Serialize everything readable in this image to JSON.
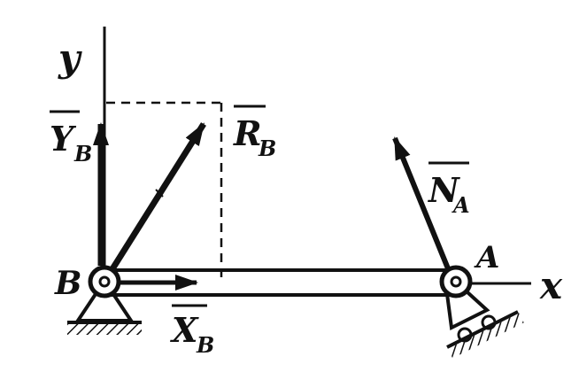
{
  "labels": {
    "y_axis": "y",
    "x_axis": "x",
    "point_b": "B",
    "point_a": "A",
    "force_yb_main": "Y",
    "force_yb_sub": "B",
    "force_rb_main": "R",
    "force_rb_sub": "B",
    "force_na_main": "N",
    "force_na_sub": "A",
    "force_xb_main": "X",
    "force_xb_sub": "B"
  },
  "colors": {
    "ink": "#111111",
    "background": "#ffffff"
  }
}
